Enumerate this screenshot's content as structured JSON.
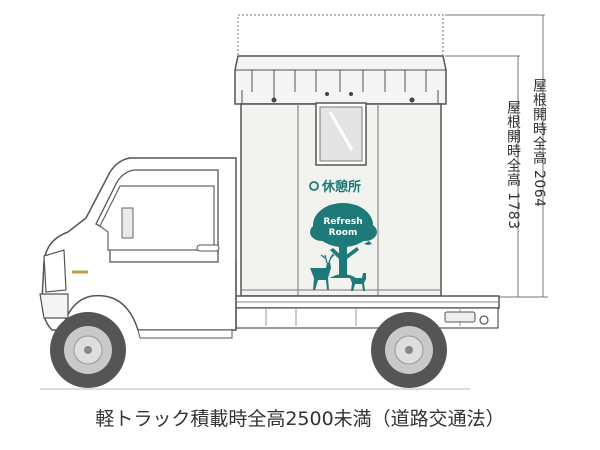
{
  "dimensions": {
    "roof_open_height_1783": "屋根開時全高 1783",
    "roof_open_height_2064": "屋根開時全高 2064"
  },
  "sign": {
    "rest_area": "休憩所",
    "refresh_line1": "Refresh",
    "refresh_line2": "Room"
  },
  "caption": "軽トラック積載時全高2500未満（道路交通法）",
  "colors": {
    "teal": "#1d7a78",
    "outline": "#555555",
    "tire": "#555555",
    "wheel": "#c9c9c9",
    "panel": "#f2f2ee",
    "body": "#ffffff"
  }
}
